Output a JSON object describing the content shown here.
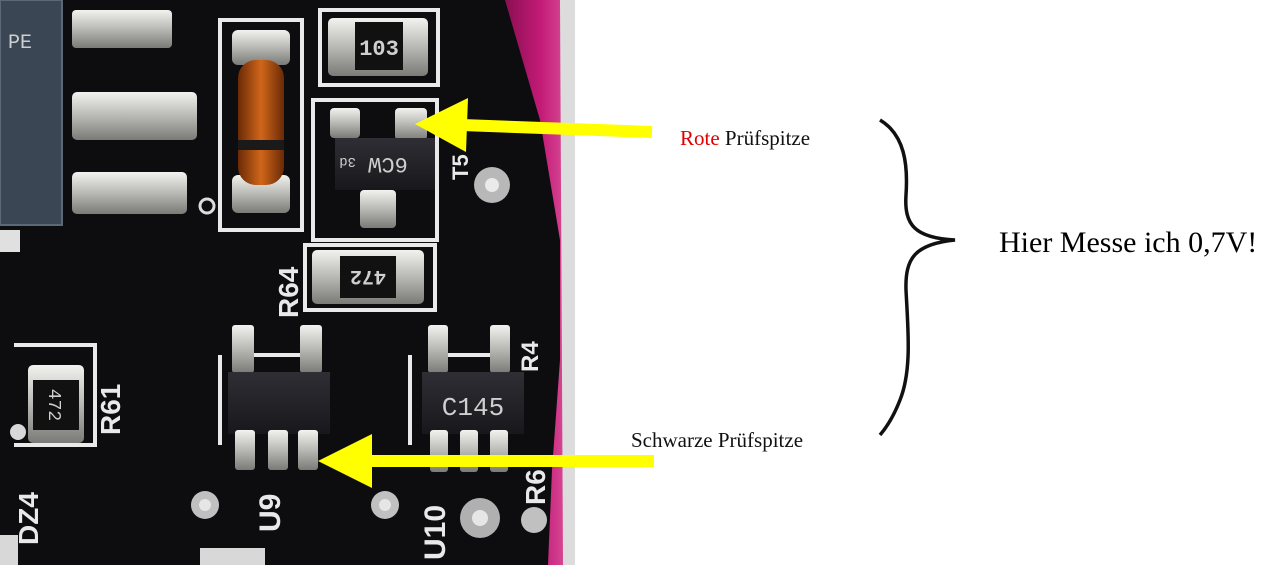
{
  "photo": {
    "resistor_top_code": "103",
    "resistor_mid_code": "472",
    "resistor_left_code": "472",
    "transistor_marking": "6CW",
    "transistor_marking_2": "3d",
    "u10_marking": "C145",
    "silkscreen": {
      "r64": "R64",
      "r61": "R61",
      "dz4": "DZ4",
      "u9": "U9",
      "u10": "U10",
      "r6": "R6",
      "t5": "T5",
      "pe": "PE",
      "r4": "R4"
    },
    "colors": {
      "pcb": "#0d0d0f",
      "pad": "#c8c8c4",
      "silk": "#e9e9e9",
      "edge": "#c21a76",
      "arrow": "#ffff00"
    }
  },
  "annotations": {
    "red_probe_prefix": "Rote",
    "red_probe_suffix": "Prüfspitze",
    "black_probe": "Schwarze Prüfspitze",
    "measurement": "Hier Messe ich 0,7V!"
  }
}
